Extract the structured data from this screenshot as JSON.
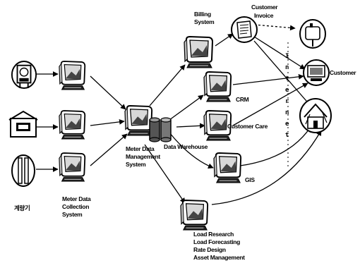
{
  "diagram": {
    "meters_label": "계량기",
    "meter_collection": [
      "Meter Data",
      "Collection",
      "System"
    ],
    "mdms": [
      "Meter Data",
      "Management",
      "System"
    ],
    "data_warehouse": "Data Warehouse",
    "billing": [
      "Billing",
      "System"
    ],
    "customer_invoice": [
      "Customer",
      "Invoice"
    ],
    "crm": "CRM",
    "customer_care": "Customer Care",
    "gis": "GIS",
    "load_research": [
      "Load Research",
      "Load Forecasting",
      "Rate Design",
      "Asset Management"
    ],
    "internet": "Internet",
    "customer": "Customer"
  }
}
